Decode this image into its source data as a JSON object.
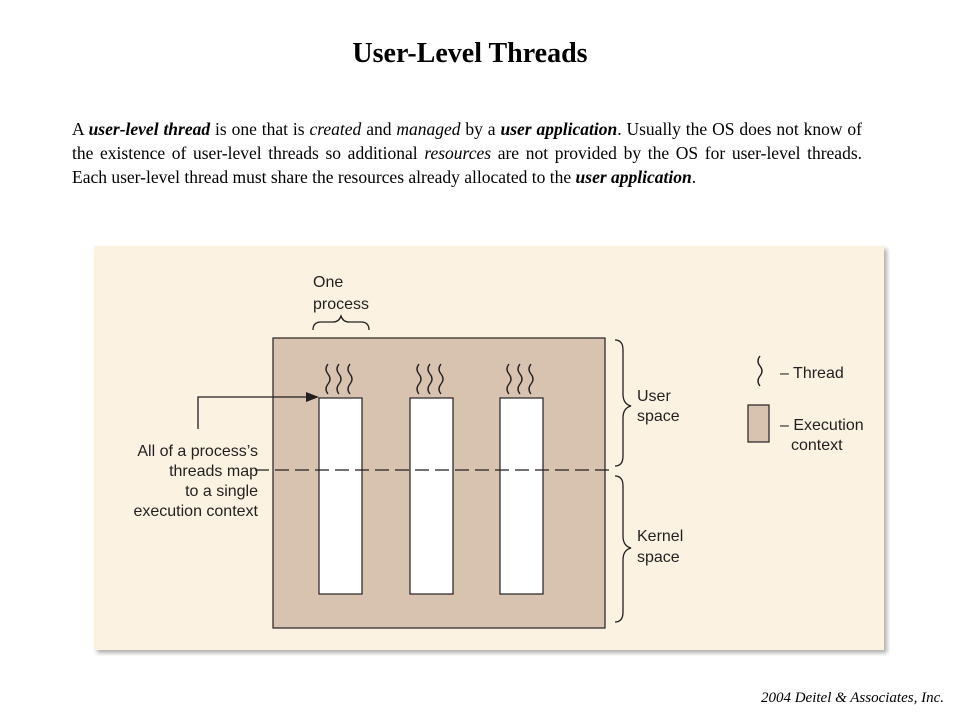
{
  "title": "User-Level Threads",
  "paragraph": {
    "t1": "A ",
    "t2": "user-level thread",
    "t3": " is one that is ",
    "t4": "created",
    "t5": " and ",
    "t6": "managed",
    "t7": " by a ",
    "t8": "user application",
    "t9": ".  Usually the OS does not know of the existence of user-level threads so additional ",
    "t10": "resources",
    "t11": " are not provided by the OS for user-level threads.  Each user-level thread must share the resources already allocated to the ",
    "t12": "user application",
    "t13": "."
  },
  "diagram": {
    "one_process": [
      "One",
      "process"
    ],
    "callout": [
      "All of a process’s",
      "threads map",
      "to a single",
      "execution context"
    ],
    "user_space": [
      "User",
      "space"
    ],
    "kernel_space": [
      "Kernel",
      "space"
    ],
    "legend": {
      "thread": "– Thread",
      "execution_context": [
        "– Execution",
        "context"
      ]
    },
    "colors": {
      "panel": "#fbf2e2",
      "process_box": "#d8c3b1",
      "stroke": "#231f20"
    }
  },
  "copyright": "2004 Deitel & Associates, Inc."
}
